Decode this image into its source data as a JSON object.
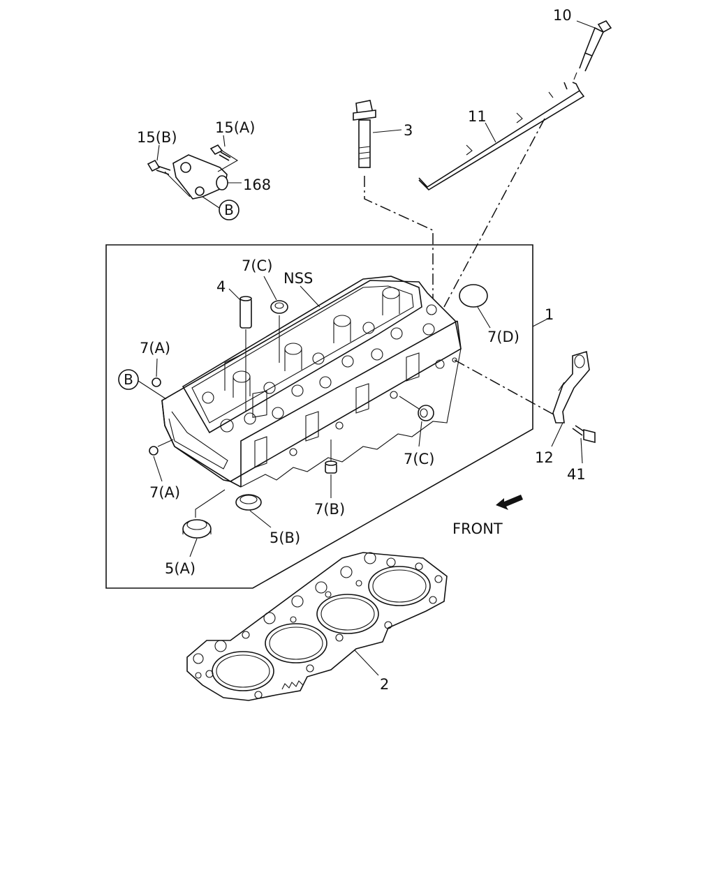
{
  "labels": {
    "p10": "10",
    "p11": "11",
    "p3": "3",
    "p15b": "15(B)",
    "p15a": "15(A)",
    "p168": "168",
    "circle_b_top": "B",
    "circle_b_left": "B",
    "p7c_top": "7(C)",
    "nss": "NSS",
    "p4": "4",
    "p1": "1",
    "p7d": "7(D)",
    "p7a_top": "7(A)",
    "p7a_bottom": "7(A)",
    "p7b": "7(B)",
    "p7c_right": "7(C)",
    "p12": "12",
    "p41": "41",
    "p5b": "5(B)",
    "p5a": "5(A)",
    "front": "FRONT",
    "p2": "2"
  }
}
